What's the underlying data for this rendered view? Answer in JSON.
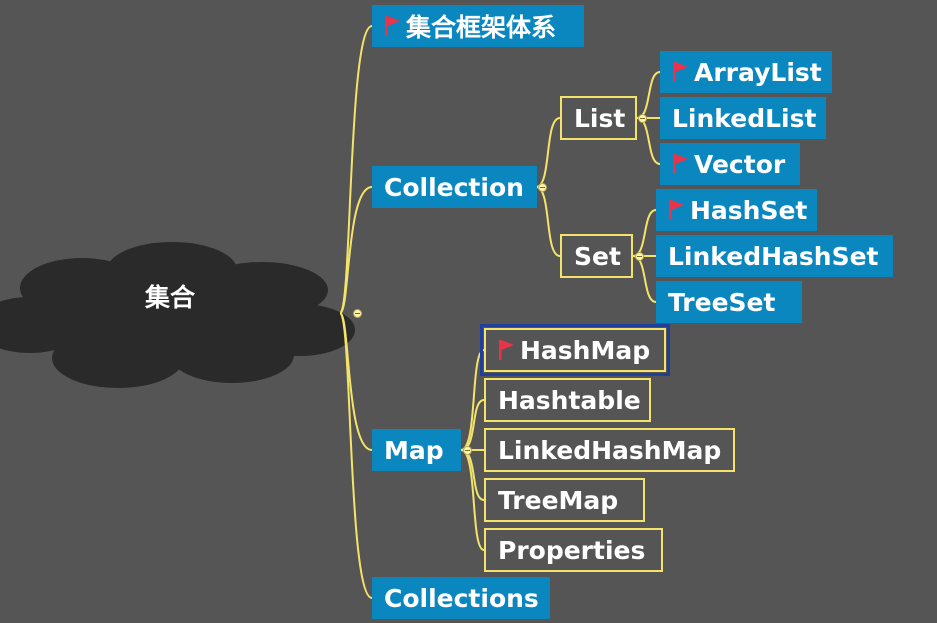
{
  "colors": {
    "background": "#555555",
    "node_blue": "#0b87bf",
    "connector": "#f4e36a",
    "flag": "#e8334a",
    "cloud": "#2a2a2a",
    "selection": "#1f3f9a"
  },
  "icons": [
    "flag-icon",
    "collapse-toggle-icon",
    "cloud-shape"
  ],
  "diagram": {
    "root": "集合",
    "nodes": {
      "framework": "集合框架体系",
      "collection": "Collection",
      "list": "List",
      "arraylist": "ArrayList",
      "linkedlist": "LinkedList",
      "vector": "Vector",
      "set": "Set",
      "hashset": "HashSet",
      "linkedhashset": "LinkedHashSet",
      "treeset": "TreeSet",
      "map": "Map",
      "hashmap": "HashMap",
      "hashtable": "Hashtable",
      "linkedhashmap": "LinkedHashMap",
      "treemap": "TreeMap",
      "properties": "Properties",
      "collections": "Collections"
    }
  }
}
